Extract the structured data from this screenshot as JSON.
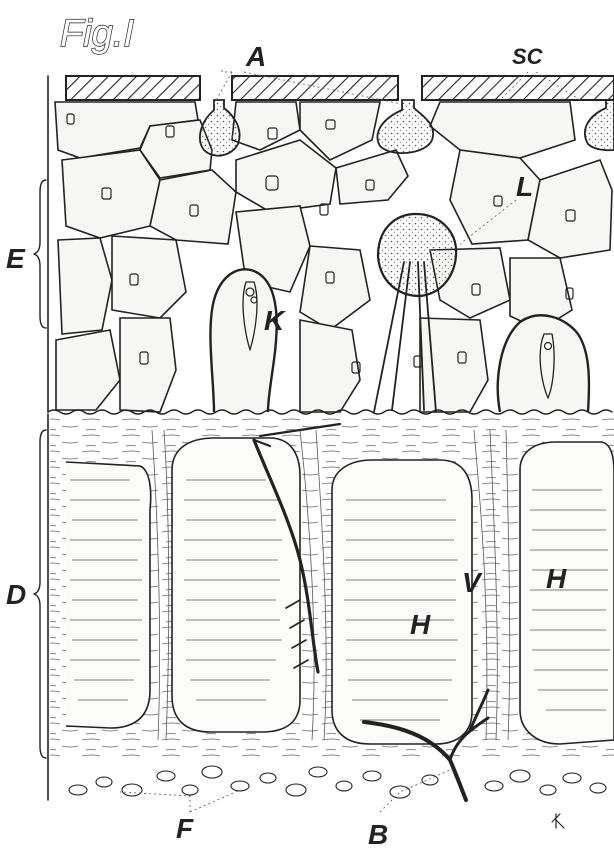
{
  "figure": {
    "title": "Fig.I",
    "labels": {
      "a": "A",
      "sc": "SC",
      "e": "E",
      "l": "L",
      "k": "K",
      "d": "D",
      "v": "V",
      "h1": "H",
      "h2": "H",
      "f": "F",
      "b": "B"
    }
  }
}
